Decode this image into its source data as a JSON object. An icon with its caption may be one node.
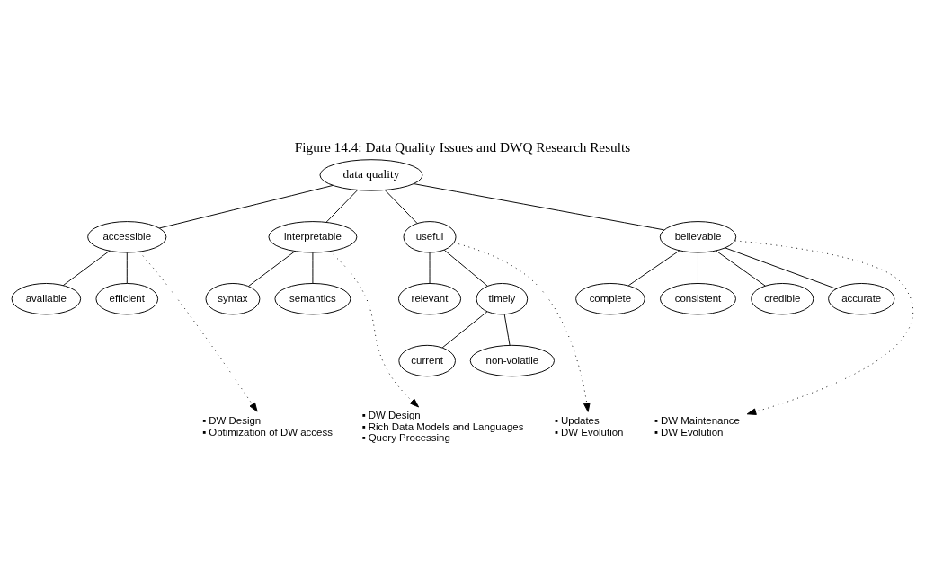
{
  "diagram": {
    "title": "Figure 14.4: Data Quality Issues and DWQ Research Results",
    "nodes": [
      {
        "text": [
          "data quality"
        ]
      },
      {
        "text": [
          "accessible"
        ]
      },
      {
        "text": [
          "interpretable"
        ]
      },
      {
        "text": [
          "useful"
        ]
      },
      {
        "text": [
          "believable"
        ]
      },
      {
        "text": [
          "available"
        ]
      },
      {
        "text": [
          "efficient"
        ]
      },
      {
        "text": [
          "syntax"
        ]
      },
      {
        "text": [
          "semantics"
        ]
      },
      {
        "text": [
          "relevant"
        ]
      },
      {
        "text": [
          "timely"
        ]
      },
      {
        "text": [
          "current"
        ]
      },
      {
        "text": [
          "non-volatile"
        ]
      },
      {
        "text": [
          "complete"
        ]
      },
      {
        "text": [
          "consistent"
        ]
      },
      {
        "text": [
          "credible"
        ]
      },
      {
        "text": [
          "accurate"
        ]
      },
      {
        "text": [
          "▪ DW Design",
          "▪ Optimization of DW access"
        ]
      },
      {
        "text": [
          "▪ DW Design",
          "▪ Rich Data Models and Languages",
          "▪ Query Processing"
        ]
      },
      {
        "text": [
          "▪ Updates",
          "▪ DW Evolution"
        ]
      },
      {
        "text": [
          "▪ DW Maintenance",
          "▪ DW Evolution"
        ]
      }
    ],
    "edges": [
      {
        "from": 0,
        "to": 1,
        "arrow": "none"
      },
      {
        "from": 0,
        "to": 2,
        "arrow": "none"
      },
      {
        "from": 0,
        "to": 3,
        "arrow": "none"
      },
      {
        "from": 0,
        "to": 4,
        "arrow": "none"
      },
      {
        "from": 1,
        "to": 5,
        "arrow": "none"
      },
      {
        "from": 1,
        "to": 6,
        "arrow": "none"
      },
      {
        "from": 2,
        "to": 7,
        "arrow": "none"
      },
      {
        "from": 2,
        "to": 8,
        "arrow": "none"
      },
      {
        "from": 3,
        "to": 9,
        "arrow": "none"
      },
      {
        "from": 3,
        "to": 10,
        "arrow": "none"
      },
      {
        "from": 10,
        "to": 11,
        "arrow": "none"
      },
      {
        "from": 10,
        "to": 12,
        "arrow": "none"
      },
      {
        "from": 4,
        "to": 13,
        "arrow": "none"
      },
      {
        "from": 4,
        "to": 14,
        "arrow": "none"
      },
      {
        "from": 4,
        "to": 15,
        "arrow": "none"
      },
      {
        "from": 4,
        "to": 16,
        "arrow": "none"
      },
      {
        "from": 1,
        "to": 17,
        "arrow": "to",
        "style": "dashed"
      },
      {
        "from": 2,
        "to": 18,
        "arrow": "to",
        "style": "dashed"
      },
      {
        "from": 3,
        "to": 19,
        "arrow": "to",
        "style": "dashed"
      },
      {
        "from": 4,
        "to": 20,
        "arrow": "to",
        "style": "dashed"
      }
    ]
  }
}
